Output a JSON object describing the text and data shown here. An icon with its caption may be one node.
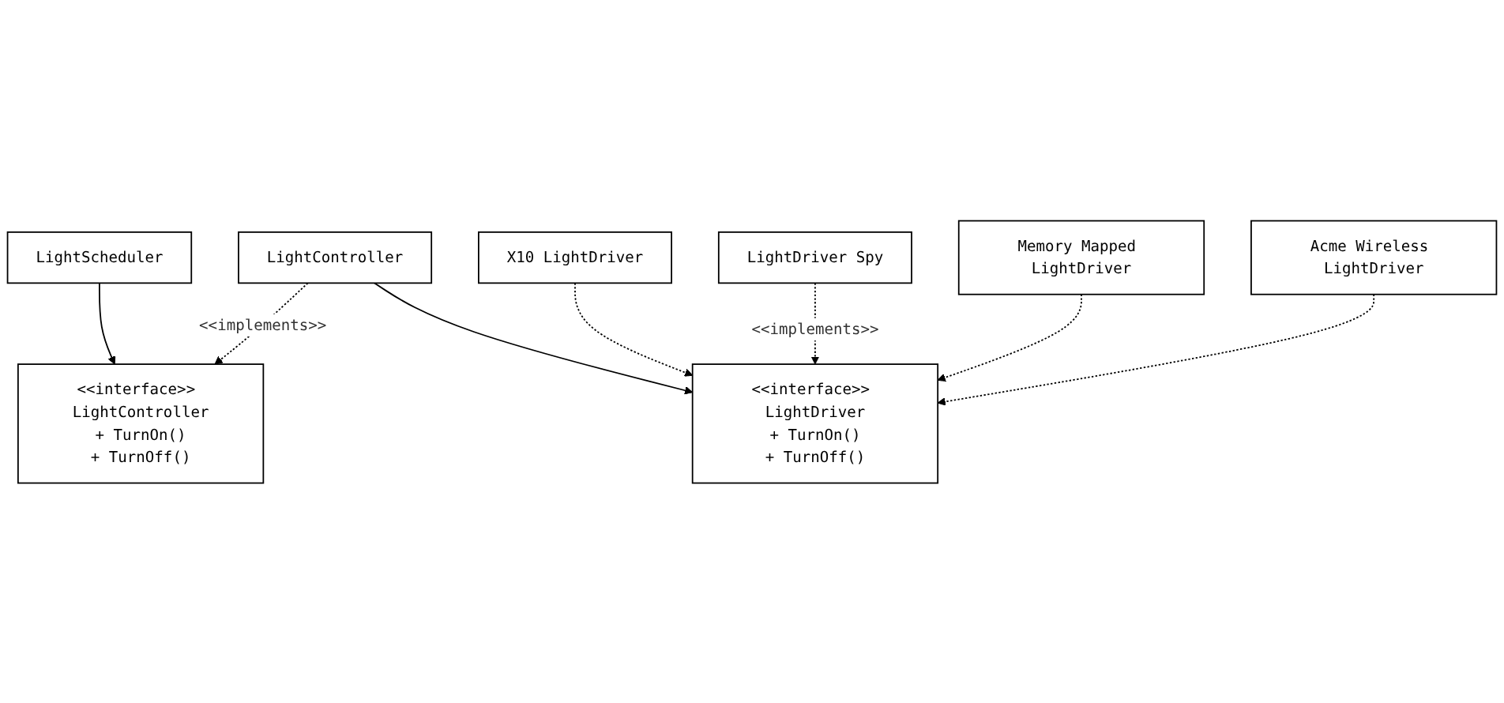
{
  "diagram": {
    "nodes": [
      {
        "text": [
          "LightScheduler"
        ]
      },
      {
        "text": [
          "<<interface>> LightController",
          "+ TurnOn()",
          "+ TurnOff()"
        ]
      },
      {
        "text": [
          "LightController"
        ]
      },
      {
        "text": [
          "<<interface>> LightDriver",
          "+ TurnOn()",
          "+ TurnOff()"
        ]
      },
      {
        "text": [
          "X10 LightDriver"
        ]
      },
      {
        "text": [
          "LightDriver Spy"
        ]
      },
      {
        "text": [
          "Memory Mapped LightDriver"
        ]
      },
      {
        "text": [
          "Acme Wireless LightDriver"
        ]
      }
    ],
    "edges": [
      {
        "from": 0,
        "to": 1,
        "arrow": "to"
      },
      {
        "from": 2,
        "to": 1,
        "arrow": "to",
        "style": "dashed",
        "label": "<<implements>>"
      },
      {
        "from": 2,
        "to": 3,
        "arrow": "to"
      },
      {
        "from": 4,
        "to": 3,
        "arrow": "to",
        "style": "dashed"
      },
      {
        "from": 5,
        "to": 3,
        "arrow": "to",
        "style": "dashed",
        "label": "<<implements>>"
      },
      {
        "from": 6,
        "to": 3,
        "arrow": "to",
        "style": "dashed"
      },
      {
        "from": 7,
        "to": 3,
        "arrow": "to",
        "style": "dashed"
      }
    ]
  }
}
